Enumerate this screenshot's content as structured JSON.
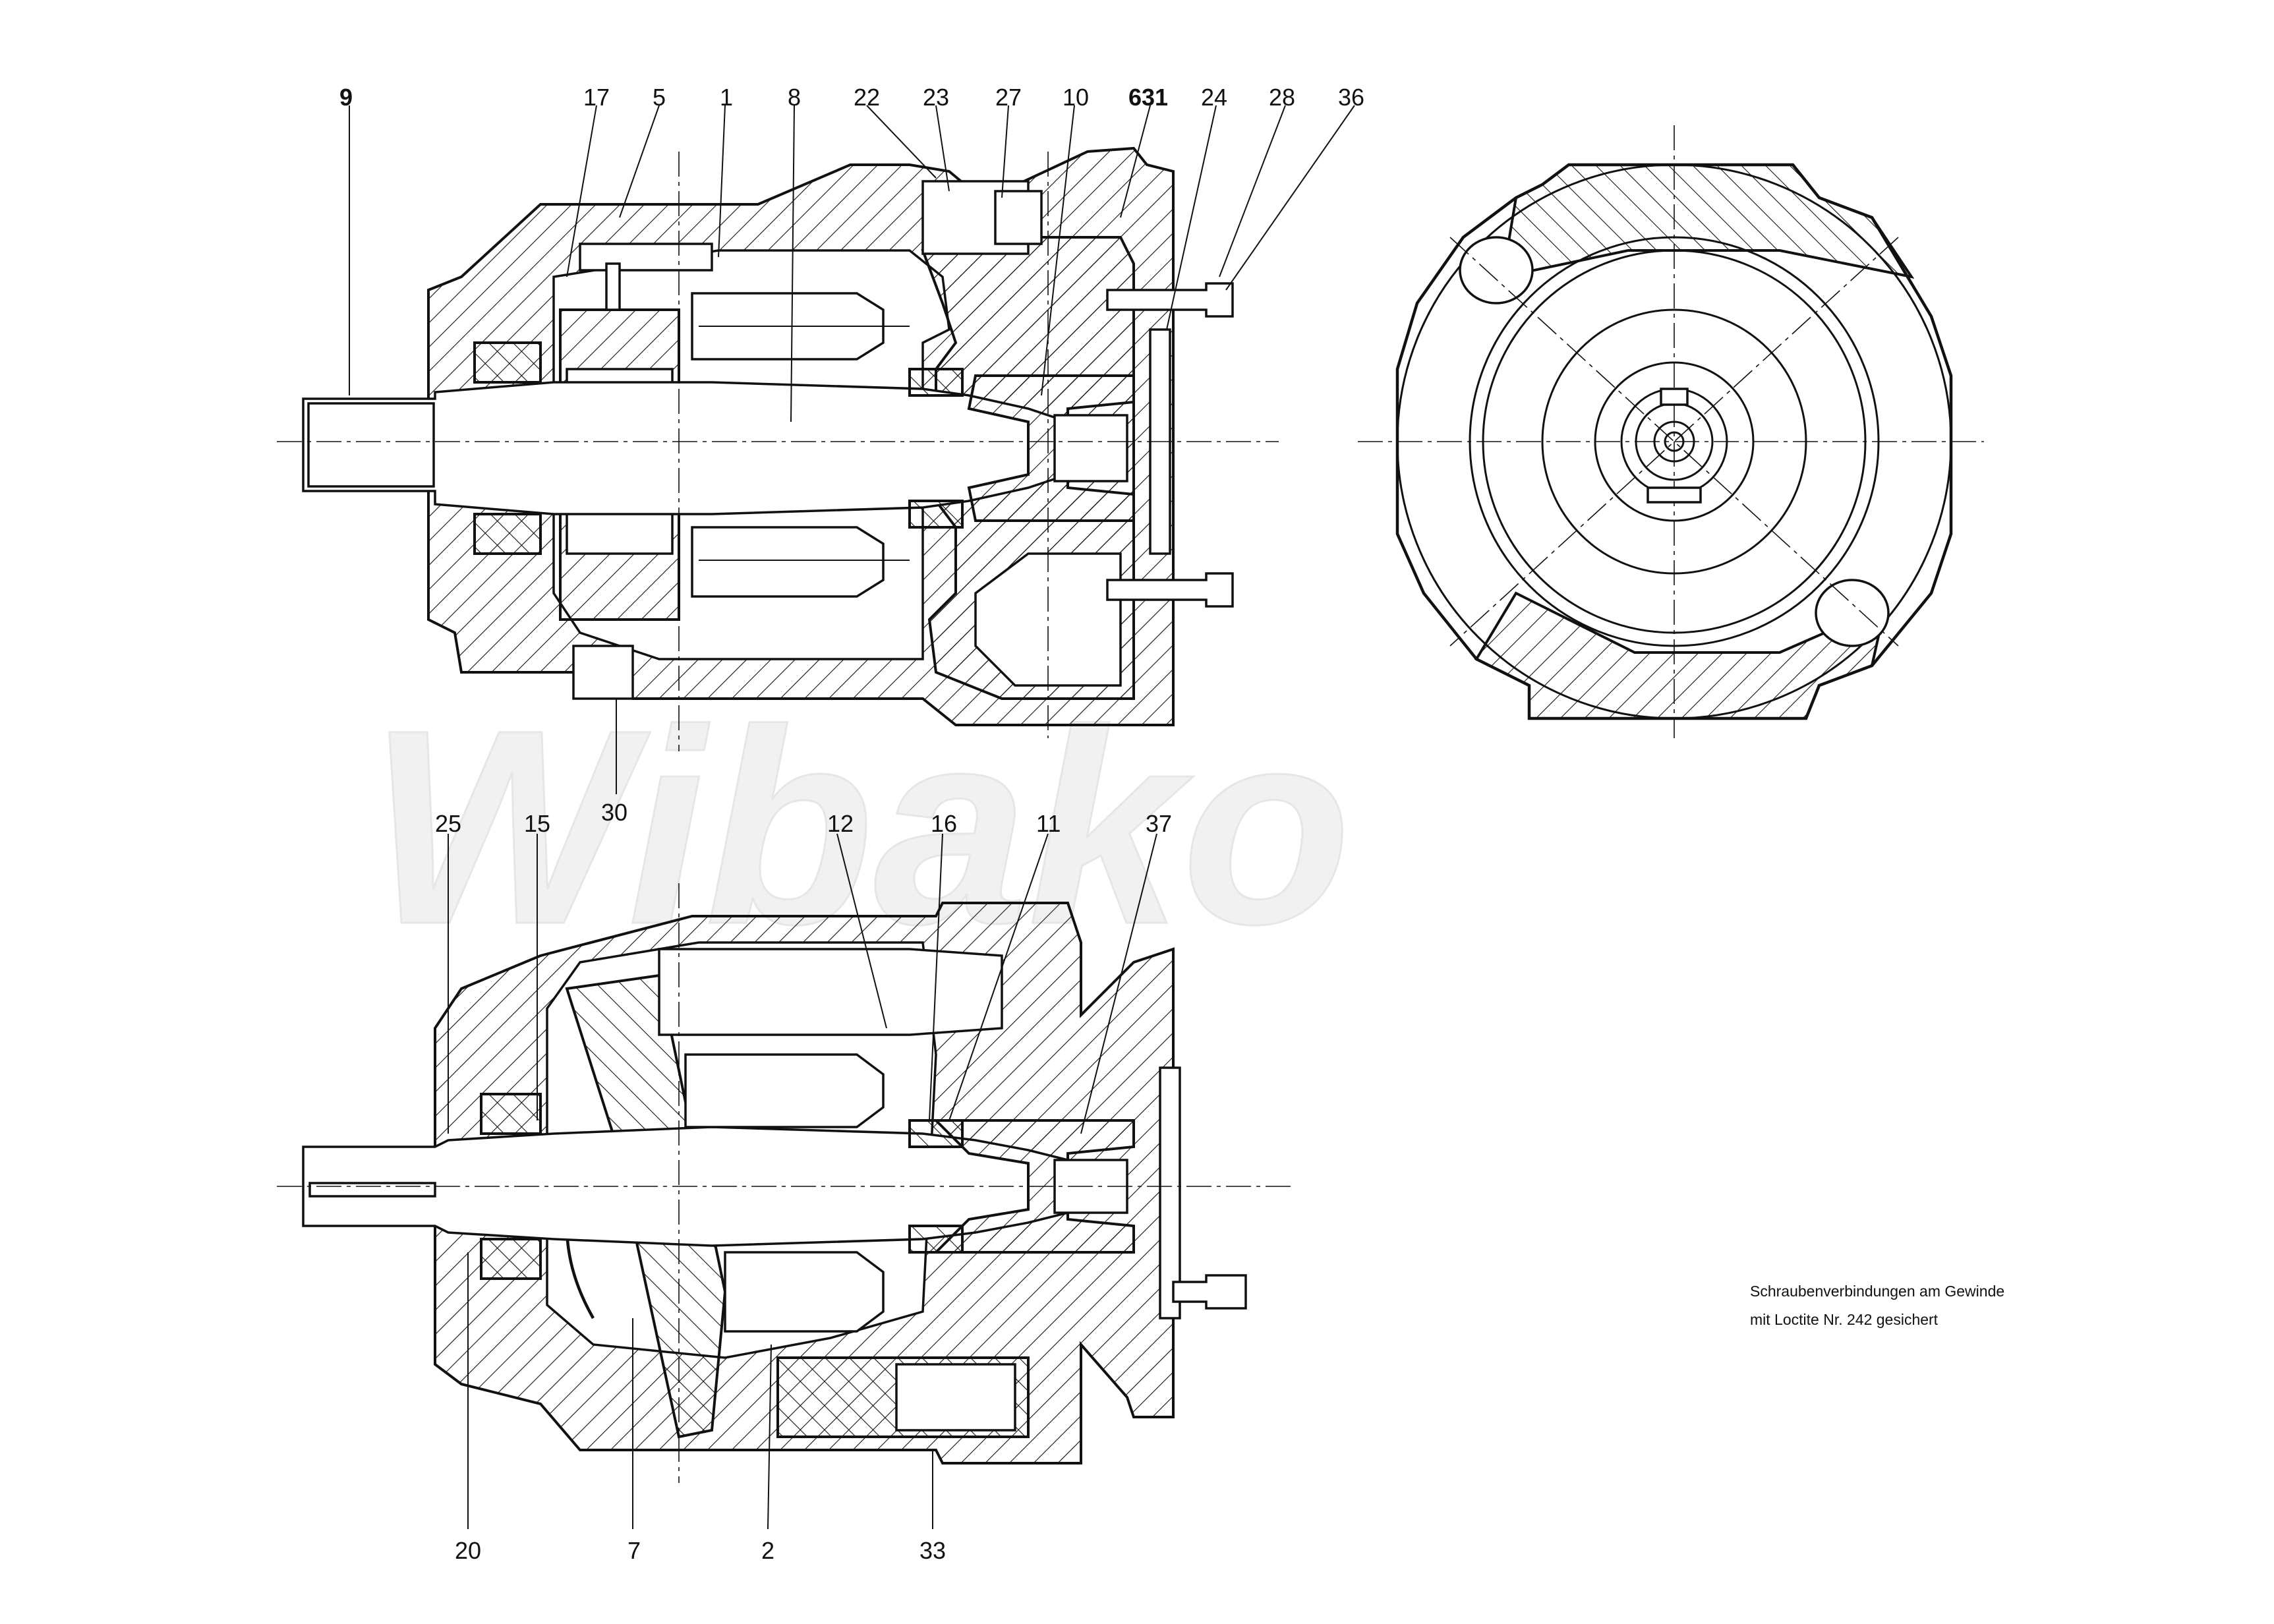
{
  "watermark": "Wibako",
  "note": {
    "line1": "Schraubenverbindungen am Gewinde",
    "line2": "mit Loctite Nr. 242 gesichert"
  },
  "top_view_labels": {
    "l9": "9",
    "l17": "17",
    "l5": "5",
    "l1": "1",
    "l8": "8",
    "l22": "22",
    "l23": "23",
    "l27": "27",
    "l10": "10",
    "l631": "631",
    "l24": "24",
    "l28": "28",
    "l36": "36",
    "l30": "30"
  },
  "bottom_view_labels": {
    "l25": "25",
    "l15": "15",
    "l12": "12",
    "l16": "16",
    "l11": "11",
    "l37": "37",
    "l20": "20",
    "l7": "7",
    "l2": "2",
    "l33": "33"
  }
}
